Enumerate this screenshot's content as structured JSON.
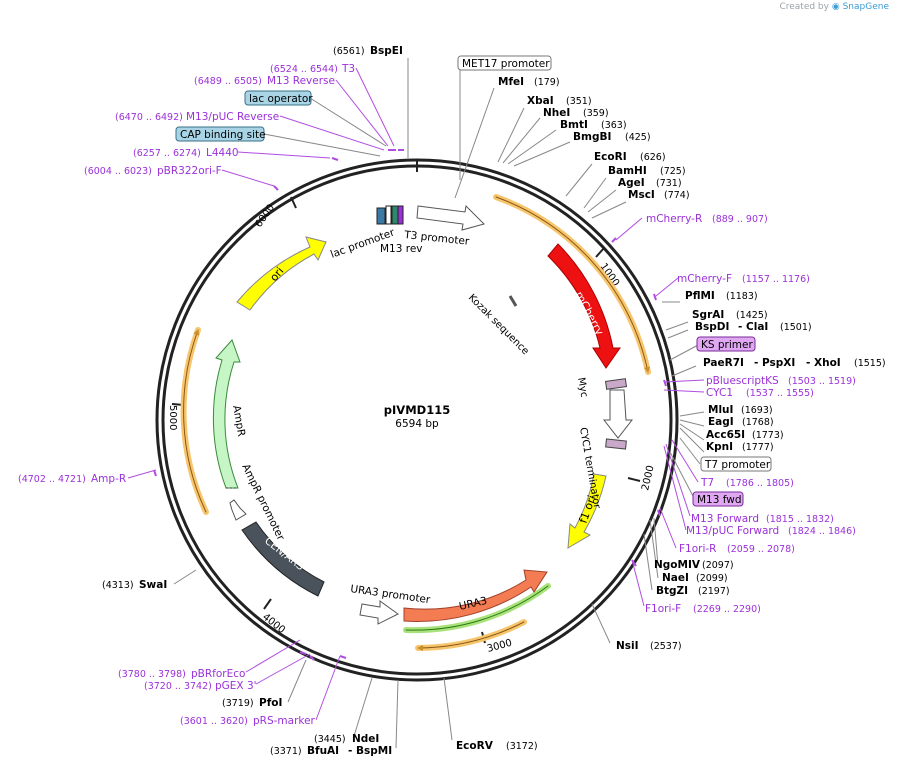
{
  "credit": {
    "prefix": "Created by",
    "brand": "SnapGene"
  },
  "plasmid": {
    "name": "pIVMD115",
    "size": "6594 bp"
  },
  "ticks": [
    "1000",
    "2000",
    "3000",
    "4000",
    "5000",
    "6000"
  ],
  "enzymes": [
    {
      "name": "BspEI",
      "pos": "(6561)"
    },
    {
      "name": "MfeI",
      "pos": "(179)"
    },
    {
      "name": "XbaI",
      "pos": "(351)"
    },
    {
      "name": "NheI",
      "pos": "(359)"
    },
    {
      "name": "BmtI",
      "pos": "(363)"
    },
    {
      "name": "BmgBI",
      "pos": "(425)"
    },
    {
      "name": "EcoRI",
      "pos": "(626)"
    },
    {
      "name": "BamHI",
      "pos": "(725)"
    },
    {
      "name": "AgeI",
      "pos": "(731)"
    },
    {
      "name": "MscI",
      "pos": "(774)"
    },
    {
      "name": "PflMI",
      "pos": "(1183)"
    },
    {
      "name": "SgrAI",
      "pos": "(1425)"
    },
    {
      "name": "BspDI",
      "name2": "- ClaI",
      "pos": "(1501)"
    },
    {
      "name": "PaeR7I",
      "name2": "- PspXI",
      "name3": "- XhoI",
      "pos": "(1515)"
    },
    {
      "name": "MluI",
      "pos": "(1693)"
    },
    {
      "name": "EagI",
      "pos": "(1768)"
    },
    {
      "name": "Acc65I",
      "pos": "(1773)"
    },
    {
      "name": "KpnI",
      "pos": "(1777)"
    },
    {
      "name": "NgoMIV",
      "pos": "(2097)"
    },
    {
      "name": "NaeI",
      "pos": "(2099)"
    },
    {
      "name": "BtgZI",
      "pos": "(2197)"
    },
    {
      "name": "NsiI",
      "pos": "(2537)"
    },
    {
      "name": "EcoRV",
      "pos": "(3172)"
    },
    {
      "name": "NdeI",
      "pos": "(3445)"
    },
    {
      "name": "BfuAI",
      "name2": "- BspMI",
      "pos": "(3371)"
    },
    {
      "name": "PfoI",
      "pos": "(3719)"
    },
    {
      "name": "SwaI",
      "pos": "(4313)"
    }
  ],
  "primers": [
    {
      "name": "T3",
      "range": "(6524 .. 6544)"
    },
    {
      "name": "M13 Reverse",
      "range": "(6489 .. 6505)"
    },
    {
      "name": "M13/pUC Reverse",
      "range": "(6470 .. 6492)"
    },
    {
      "name": "L4440",
      "range": "(6257 .. 6274)"
    },
    {
      "name": "pBR322ori-F",
      "range": "(6004 .. 6023)"
    },
    {
      "name": "mCherry-R",
      "range": "(889 .. 907)"
    },
    {
      "name": "mCherry-F",
      "range": "(1157 .. 1176)"
    },
    {
      "name": "pBluescriptKS",
      "range": "(1503 .. 1519)"
    },
    {
      "name": "CYC1",
      "range": "(1537 .. 1555)"
    },
    {
      "name": "T7",
      "range": "(1786 .. 1805)"
    },
    {
      "name": "M13 Forward",
      "range": "(1815 .. 1832)"
    },
    {
      "name": "M13/pUC Forward",
      "range": "(1824 .. 1846)"
    },
    {
      "name": "F1ori-R",
      "range": "(2059 .. 2078)"
    },
    {
      "name": "F1ori-F",
      "range": "(2269 .. 2290)"
    },
    {
      "name": "Amp-R",
      "range": "(4702 .. 4721)"
    },
    {
      "name": "pBRforEco",
      "range": "(3780 .. 3798)"
    },
    {
      "name": "pGEX 3'",
      "range": "(3720 .. 3742)"
    },
    {
      "name": "pRS-marker",
      "range": "(3601 .. 3620)"
    }
  ],
  "boxed_labels": [
    {
      "name": "MET17 promoter",
      "style": "white"
    },
    {
      "name": "lac operator",
      "style": "blue"
    },
    {
      "name": "CAP binding site",
      "style": "blue"
    },
    {
      "name": "KS primer",
      "style": "purple"
    },
    {
      "name": "T7 promoter",
      "style": "white"
    },
    {
      "name": "M13 fwd",
      "style": "purple"
    }
  ],
  "features": {
    "mcherry": "mCherry",
    "ori": "ori",
    "f1ori": "f1 ori",
    "ura3": "URA3",
    "cenars": "CEN/ARS",
    "ampr": "AmpR",
    "ampr_promoter": "AmpR promoter",
    "ura3_promoter": "URA3 promoter",
    "lac_promoter": "lac promoter",
    "t3_promoter": "T3 promoter",
    "m13rev": "M13 rev",
    "kozak": "Kozak sequence",
    "myc": "Myc",
    "cyc1_term": "CYC1 terminator"
  },
  "colors": {
    "mcherry": "#ee1111",
    "ori": "#ffff00",
    "f1ori": "#ffff00",
    "ura3": "#f47c52",
    "cenars": "#4a535c",
    "ampr": "#c6f5c6",
    "primer": "#9b30d9",
    "orf": "#f7c56e"
  }
}
